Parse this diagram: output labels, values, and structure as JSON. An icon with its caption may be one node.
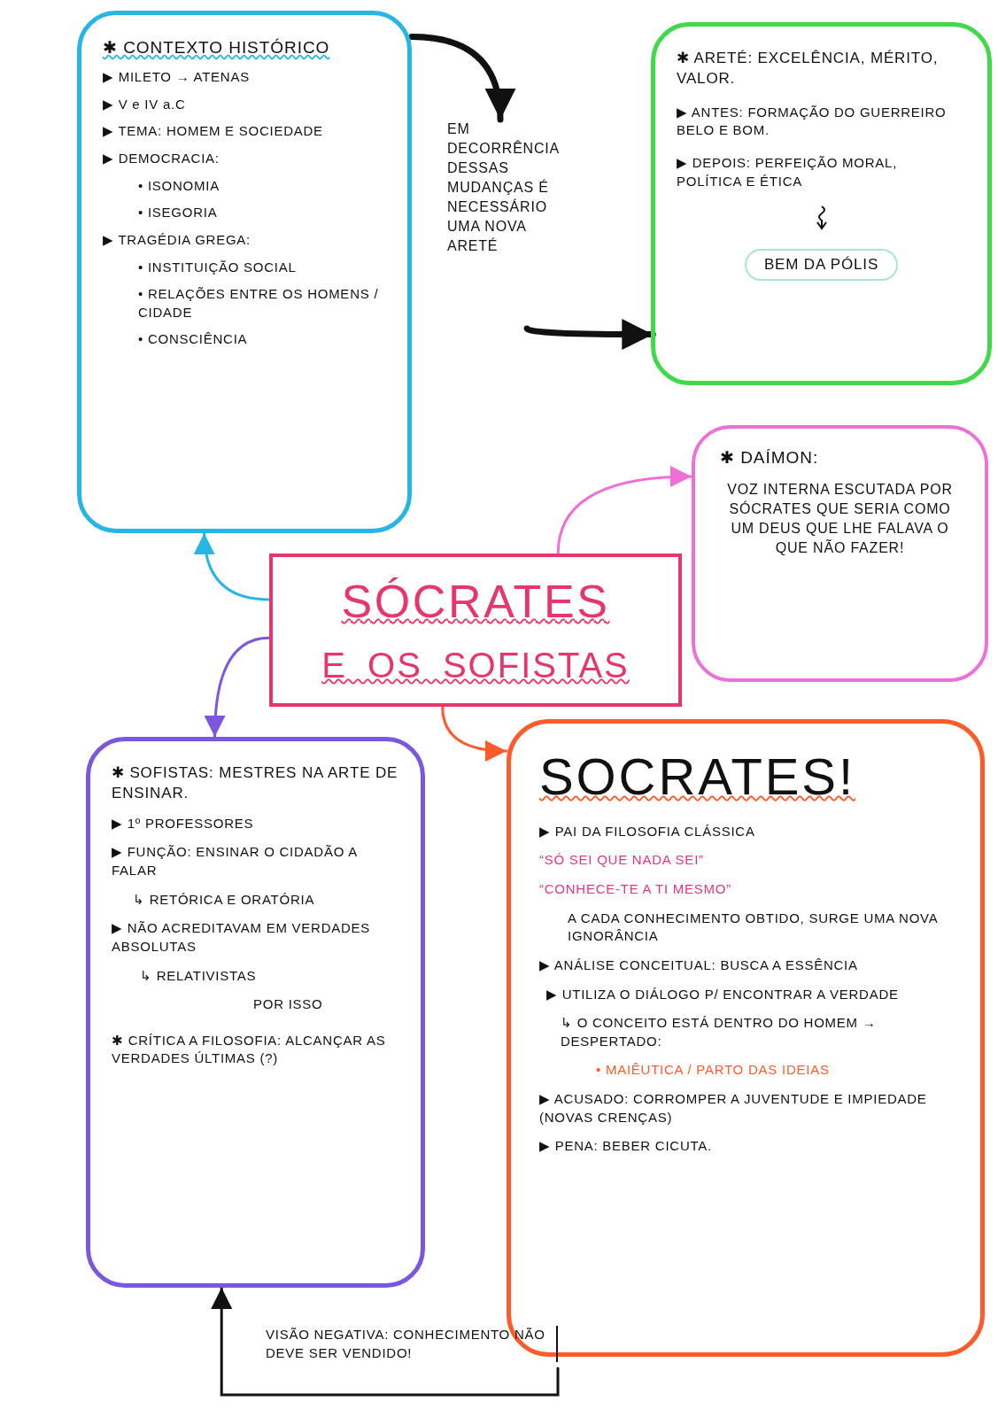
{
  "diagram": {
    "nodes": [
      {
        "text": [
          "SÓCRATES",
          "E OS SOFISTAS"
        ]
      },
      {
        "text": [
          "✱ CONTEXTO HISTÓRICO",
          "▶ MILETO → ATENAS",
          "▶ V e IV a.C",
          "▶ TEMA: HOMEM E SOCIEDADE",
          "▶ DEMOCRACIA:",
          "• ISONOMIA",
          "• ISEGORIA",
          "▶ TRAGÉDIA GREGA:",
          "• INSTITUIÇÃO SOCIAL",
          "• RELAÇÕES ENTRE OS HOMENS / CIDADE",
          "• CONSCIÊNCIA"
        ]
      },
      {
        "text": [
          "EM DECORRÊNCIA DESSAS MUDANÇAS É NECESSÁRIO UMA NOVA ARETÉ"
        ]
      },
      {
        "text": [
          "✱ ARETÉ: EXCELÊNCIA, MÉRITO, VALOR.",
          "▶ ANTES: FORMAÇÃO DO GUERREIRO BELO E BOM.",
          "▶ DEPOIS: PERFEIÇÃO MORAL, POLÍTICA E ÉTICA"
        ]
      },
      {
        "text": [
          "BEM DA PÓLIS"
        ],
        "in": 3
      },
      {
        "text": [
          "✱ DAÍMON:",
          "VOZ INTERNA ESCUTADA POR SÓCRATES QUE SERIA COMO UM DEUS QUE LHE FALAVA O QUE NÃO FAZER!"
        ]
      },
      {
        "text": [
          "✱ SOFISTAS: MESTRES NA ARTE DE ENSINAR.",
          "▶ 1º PROFESSORES",
          "▶ FUNÇÃO: ENSINAR O CIDADÃO A FALAR",
          "↳ RETÓRICA E ORATÓRIA",
          "▶ NÃO ACREDITAVAM EM VERDADES ABSOLUTAS",
          "↳ RELATIVISTAS",
          "POR ISSO",
          "✱ CRÍTICA A FILOSOFIA: ALCANÇAR AS VERDADES ÚLTIMAS (?)"
        ]
      },
      {
        "text": [
          "SOCRATES!",
          "▶ PAI DA FILOSOFIA CLÁSSICA",
          "“SÓ SEI QUE NADA SEI”",
          "“CONHECE-TE A TI MESMO”",
          "A CADA CONHECIMENTO OBTIDO, SURGE UMA NOVA IGNORÂNCIA",
          "▶ ANÁLISE CONCEITUAL: BUSCA A ESSÊNCIA",
          "▶ UTILIZA O DIÁLOGO P/ ENCONTRAR A VERDADE",
          "↳ O CONCEITO ESTÁ DENTRO DO HOMEM → DESPERTADO:",
          "• MAIÊUTICA / PARTO DAS IDEIAS",
          "▶ ACUSADO: CORROMPER A JUVENTUDE E IMPIEDADE (NOVAS CRENÇAS)",
          "▶ PENA: BEBER CICUTA."
        ]
      },
      {
        "text": [
          "VISÃO NEGATIVA: CONHECIMENTO NÃO DEVE SER VENDIDO!"
        ]
      }
    ],
    "edges": [
      {
        "from": 1,
        "to": 2,
        "arrow": "to",
        "style": "thick"
      },
      {
        "from": 2,
        "to": 3,
        "arrow": "to",
        "style": "thick"
      },
      {
        "from": 0,
        "to": 1,
        "arrow": "to",
        "color": "#27b5e6"
      },
      {
        "from": 0,
        "to": 5,
        "arrow": "to",
        "color": "#f06fd6"
      },
      {
        "from": 0,
        "to": 6,
        "arrow": "to",
        "color": "#7b57e0"
      },
      {
        "from": 0,
        "to": 7,
        "arrow": "to",
        "color": "#ff5a2a"
      },
      {
        "from": 8,
        "to": 6,
        "arrow": "to"
      }
    ]
  }
}
